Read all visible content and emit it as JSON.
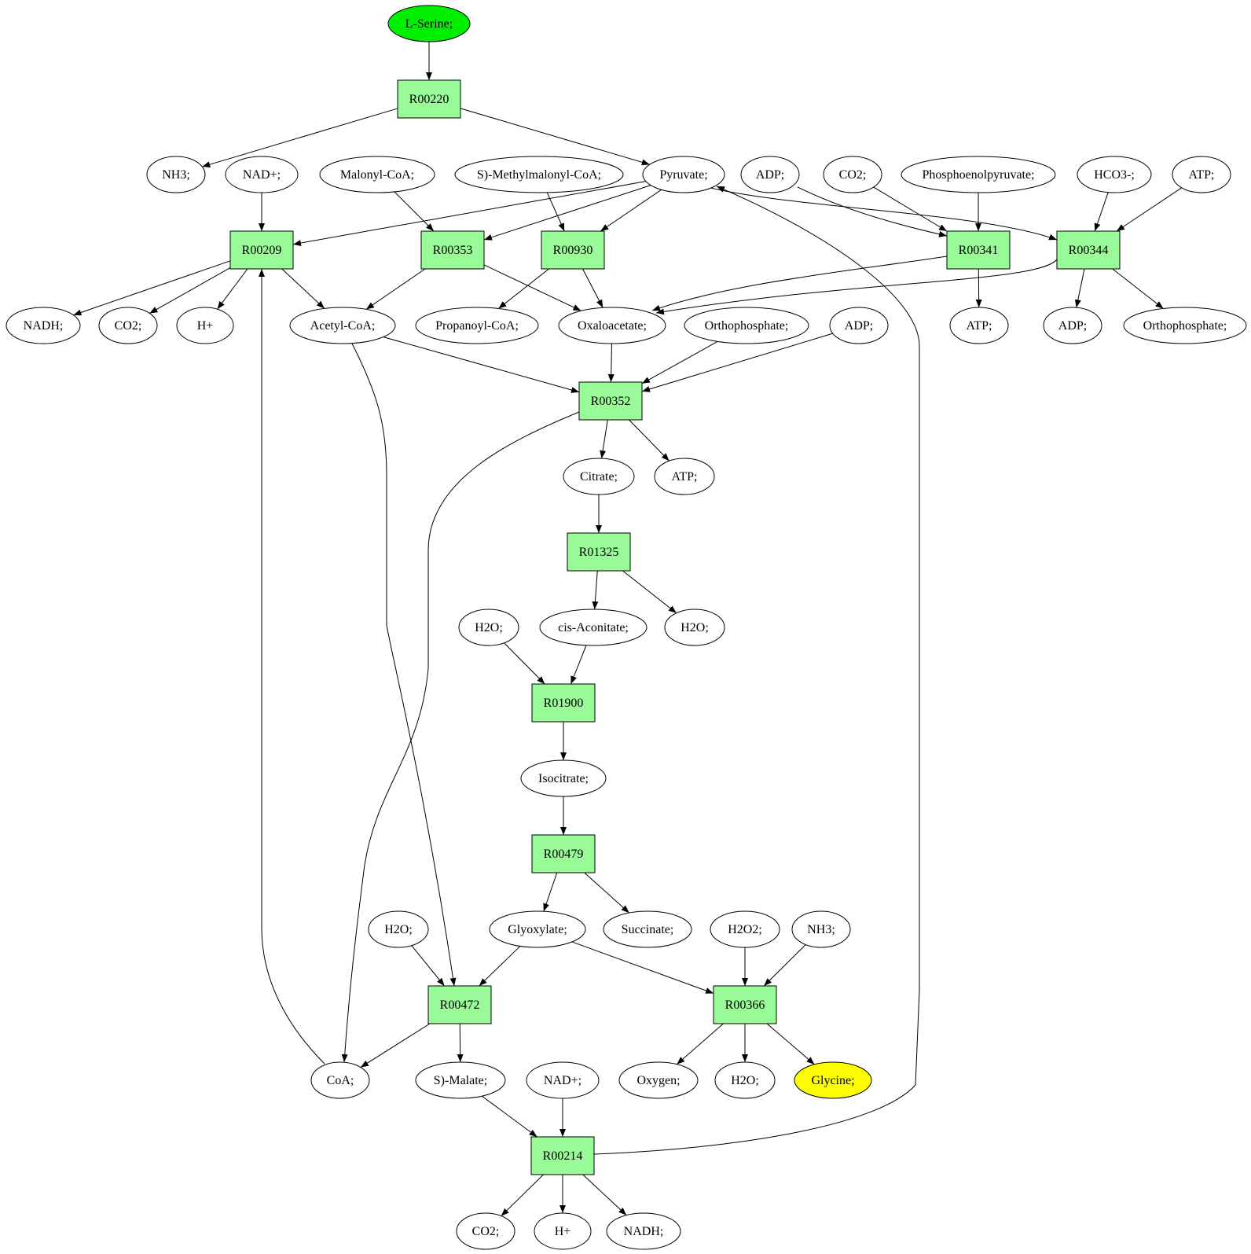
{
  "colors": {
    "start": "#00ee00",
    "end": "#ffff00",
    "reaction": "#98fb98",
    "metabolite": "#ffffff",
    "stroke": "#000000"
  },
  "nodes": [
    {
      "id": "lserine",
      "label": "L-Serine;",
      "kind": "start"
    },
    {
      "id": "R00220",
      "label": "R00220",
      "kind": "reaction"
    },
    {
      "id": "nh3a",
      "label": "NH3;",
      "kind": "metabolite"
    },
    {
      "id": "nadp1",
      "label": "NAD+;",
      "kind": "metabolite"
    },
    {
      "id": "malonyl",
      "label": "Malonyl-CoA;",
      "kind": "metabolite"
    },
    {
      "id": "smethyl",
      "label": "S)-Methylmalonyl-CoA;",
      "kind": "metabolite"
    },
    {
      "id": "pyruvate",
      "label": "Pyruvate;",
      "kind": "metabolite"
    },
    {
      "id": "adp1",
      "label": "ADP;",
      "kind": "metabolite"
    },
    {
      "id": "co2a",
      "label": "CO2;",
      "kind": "metabolite"
    },
    {
      "id": "pep",
      "label": "Phosphoenolpyruvate;",
      "kind": "metabolite"
    },
    {
      "id": "hco3",
      "label": "HCO3-;",
      "kind": "metabolite"
    },
    {
      "id": "atp1",
      "label": "ATP;",
      "kind": "metabolite"
    },
    {
      "id": "R00209",
      "label": "R00209",
      "kind": "reaction"
    },
    {
      "id": "R00353",
      "label": "R00353",
      "kind": "reaction"
    },
    {
      "id": "R00930",
      "label": "R00930",
      "kind": "reaction"
    },
    {
      "id": "R00341",
      "label": "R00341",
      "kind": "reaction"
    },
    {
      "id": "R00344",
      "label": "R00344",
      "kind": "reaction"
    },
    {
      "id": "nadh1",
      "label": "NADH;",
      "kind": "metabolite"
    },
    {
      "id": "co2b",
      "label": "CO2;",
      "kind": "metabolite"
    },
    {
      "id": "hplus1",
      "label": "H+",
      "kind": "metabolite"
    },
    {
      "id": "acetylcoa",
      "label": "Acetyl-CoA;",
      "kind": "metabolite"
    },
    {
      "id": "propanoyl",
      "label": "Propanoyl-CoA;",
      "kind": "metabolite"
    },
    {
      "id": "oxaloacetate",
      "label": "Oxaloacetate;",
      "kind": "metabolite"
    },
    {
      "id": "orthop1",
      "label": "Orthophosphate;",
      "kind": "metabolite"
    },
    {
      "id": "adp2",
      "label": "ADP;",
      "kind": "metabolite"
    },
    {
      "id": "atp2",
      "label": "ATP;",
      "kind": "metabolite"
    },
    {
      "id": "adp3",
      "label": "ADP;",
      "kind": "metabolite"
    },
    {
      "id": "orthop2",
      "label": "Orthophosphate;",
      "kind": "metabolite"
    },
    {
      "id": "R00352",
      "label": "R00352",
      "kind": "reaction"
    },
    {
      "id": "citrate",
      "label": "Citrate;",
      "kind": "metabolite"
    },
    {
      "id": "atp3",
      "label": "ATP;",
      "kind": "metabolite"
    },
    {
      "id": "R01325",
      "label": "R01325",
      "kind": "reaction"
    },
    {
      "id": "h2oa",
      "label": "H2O;",
      "kind": "metabolite"
    },
    {
      "id": "cisacon",
      "label": "cis-Aconitate;",
      "kind": "metabolite"
    },
    {
      "id": "h2ob",
      "label": "H2O;",
      "kind": "metabolite"
    },
    {
      "id": "R01900",
      "label": "R01900",
      "kind": "reaction"
    },
    {
      "id": "isocitrate",
      "label": "Isocitrate;",
      "kind": "metabolite"
    },
    {
      "id": "R00479",
      "label": "R00479",
      "kind": "reaction"
    },
    {
      "id": "h2oc",
      "label": "H2O;",
      "kind": "metabolite"
    },
    {
      "id": "glyoxylate",
      "label": "Glyoxylate;",
      "kind": "metabolite"
    },
    {
      "id": "succinate",
      "label": "Succinate;",
      "kind": "metabolite"
    },
    {
      "id": "h2o2",
      "label": "H2O2;",
      "kind": "metabolite"
    },
    {
      "id": "nh3b",
      "label": "NH3;",
      "kind": "metabolite"
    },
    {
      "id": "R00472",
      "label": "R00472",
      "kind": "reaction"
    },
    {
      "id": "R00366",
      "label": "R00366",
      "kind": "reaction"
    },
    {
      "id": "coa",
      "label": "CoA;",
      "kind": "metabolite"
    },
    {
      "id": "smalate",
      "label": "S)-Malate;",
      "kind": "metabolite"
    },
    {
      "id": "nadp2",
      "label": "NAD+;",
      "kind": "metabolite"
    },
    {
      "id": "oxygen",
      "label": "Oxygen;",
      "kind": "metabolite"
    },
    {
      "id": "h2od",
      "label": "H2O;",
      "kind": "metabolite"
    },
    {
      "id": "glycine",
      "label": "Glycine;",
      "kind": "end"
    },
    {
      "id": "R00214",
      "label": "R00214",
      "kind": "reaction"
    },
    {
      "id": "co2c",
      "label": "CO2;",
      "kind": "metabolite"
    },
    {
      "id": "hplus2",
      "label": "H+",
      "kind": "metabolite"
    },
    {
      "id": "nadh2",
      "label": "NADH;",
      "kind": "metabolite"
    }
  ],
  "edges": [
    [
      "lserine",
      "R00220"
    ],
    [
      "R00220",
      "nh3a"
    ],
    [
      "R00220",
      "pyruvate"
    ],
    [
      "nadp1",
      "R00209"
    ],
    [
      "pyruvate",
      "R00209"
    ],
    [
      "malonyl",
      "R00353"
    ],
    [
      "pyruvate",
      "R00353"
    ],
    [
      "smethyl",
      "R00930"
    ],
    [
      "pyruvate",
      "R00930"
    ],
    [
      "adp1",
      "R00341"
    ],
    [
      "co2a",
      "R00341"
    ],
    [
      "pep",
      "R00341"
    ],
    [
      "pyruvate",
      "R00344"
    ],
    [
      "hco3",
      "R00344"
    ],
    [
      "atp1",
      "R00344"
    ],
    [
      "R00209",
      "nadh1"
    ],
    [
      "R00209",
      "co2b"
    ],
    [
      "R00209",
      "hplus1"
    ],
    [
      "R00209",
      "acetylcoa"
    ],
    [
      "R00353",
      "acetylcoa"
    ],
    [
      "R00353",
      "oxaloacetate"
    ],
    [
      "R00930",
      "propanoyl"
    ],
    [
      "R00930",
      "oxaloacetate"
    ],
    [
      "R00341",
      "oxaloacetate"
    ],
    [
      "R00341",
      "atp2"
    ],
    [
      "R00344",
      "oxaloacetate"
    ],
    [
      "R00344",
      "adp3"
    ],
    [
      "R00344",
      "orthop2"
    ],
    [
      "acetylcoa",
      "R00352"
    ],
    [
      "oxaloacetate",
      "R00352"
    ],
    [
      "orthop1",
      "R00352"
    ],
    [
      "adp2",
      "R00352"
    ],
    [
      "R00352",
      "citrate"
    ],
    [
      "R00352",
      "atp3"
    ],
    [
      "R00352",
      "coa"
    ],
    [
      "citrate",
      "R01325"
    ],
    [
      "R01325",
      "cisacon"
    ],
    [
      "R01325",
      "h2ob"
    ],
    [
      "h2oa",
      "R01900"
    ],
    [
      "cisacon",
      "R01900"
    ],
    [
      "R01900",
      "isocitrate"
    ],
    [
      "isocitrate",
      "R00479"
    ],
    [
      "R00479",
      "glyoxylate"
    ],
    [
      "R00479",
      "succinate"
    ],
    [
      "h2oc",
      "R00472"
    ],
    [
      "acetylcoa",
      "R00472"
    ],
    [
      "glyoxylate",
      "R00472"
    ],
    [
      "glyoxylate",
      "R00366"
    ],
    [
      "h2o2",
      "R00366"
    ],
    [
      "nh3b",
      "R00366"
    ],
    [
      "R00472",
      "coa"
    ],
    [
      "R00472",
      "smalate"
    ],
    [
      "coa",
      "R00209"
    ],
    [
      "R00366",
      "oxygen"
    ],
    [
      "R00366",
      "h2od"
    ],
    [
      "R00366",
      "glycine"
    ],
    [
      "smalate",
      "R00214"
    ],
    [
      "nadp2",
      "R00214"
    ],
    [
      "R00214",
      "co2c"
    ],
    [
      "R00214",
      "hplus2"
    ],
    [
      "R00214",
      "nadh2"
    ],
    [
      "R00214",
      "pyruvate"
    ]
  ]
}
